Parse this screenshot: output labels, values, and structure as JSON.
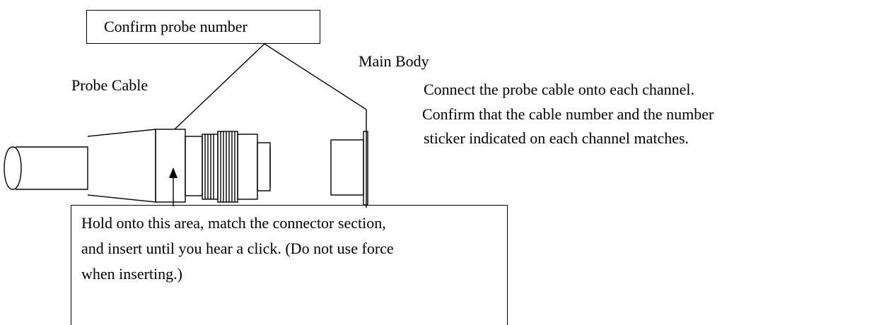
{
  "labels": {
    "confirm_probe_number": "Confirm probe number",
    "main_body": "Main Body",
    "probe_cable": "Probe Cable",
    "instruction_lines": [
      "Connect the probe cable onto each channel.",
      "Confirm that the cable number and the number",
      "sticker indicated on each channel matches."
    ],
    "hold_lines": [
      "Hold onto this area, match the connector section,",
      "and insert until you hear a click. (Do not use force",
      "when inserting.)"
    ]
  }
}
